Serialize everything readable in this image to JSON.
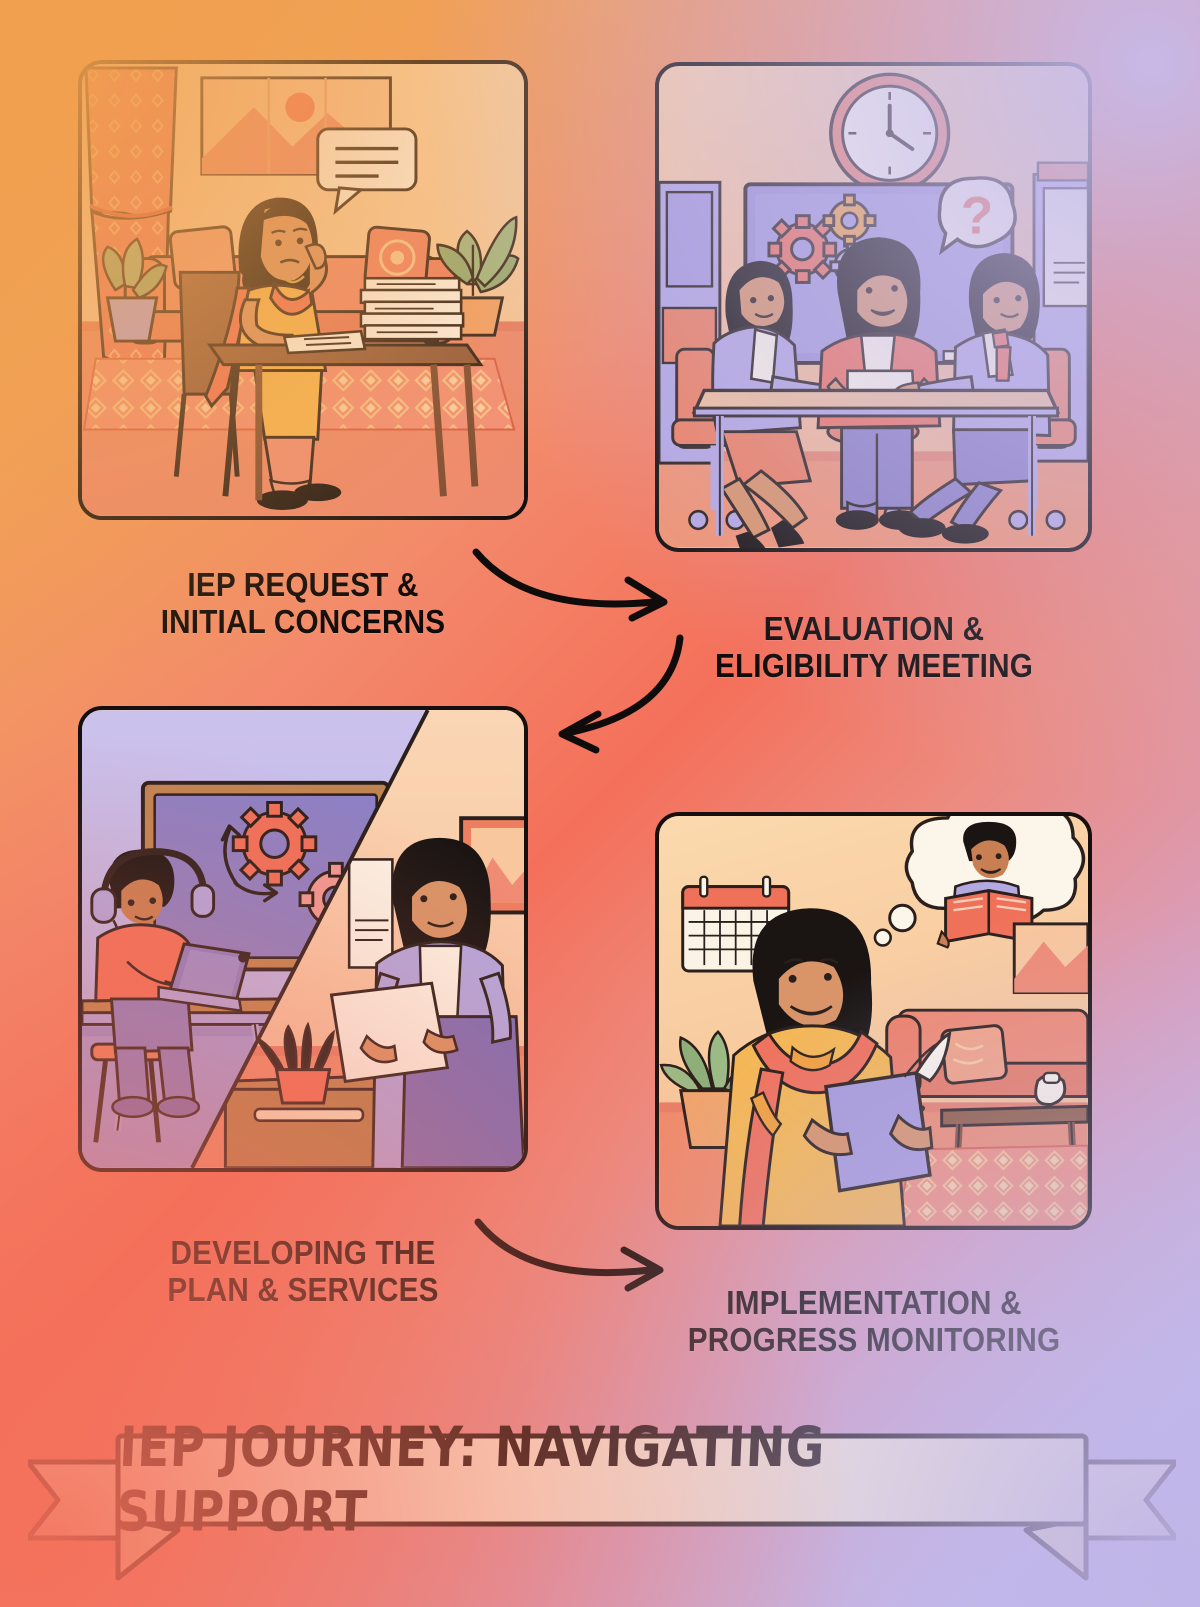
{
  "poster": {
    "title": "IEP JOURNEY: NAVIGATING SUPPORT",
    "background_colors": {
      "top_left": "#F0A04E",
      "top_right": "#C3BCEE",
      "bottom_left": "#F4705A",
      "bottom_right": "#C0B5E8",
      "center": "#F0867A"
    },
    "banner": {
      "fill": "#F7EBD4",
      "fold_fill": "#E9D9BC",
      "outline": "#15100f"
    }
  },
  "steps": [
    {
      "index": "1",
      "caption_line1": "IEP REQUEST &",
      "caption_line2": "INITIAL CONCERNS",
      "caption": "IEP REQUEST &\nINITIAL CONCERNS",
      "scene": "parent-at-home-with-paperwork",
      "elements": [
        "worried-mother",
        "speech-bubble",
        "paper-stack",
        "wooden-table",
        "sofa",
        "curtain",
        "potted-plants",
        "patterned-rug",
        "window-with-mountains"
      ]
    },
    {
      "index": "2",
      "caption_line1": "EVALUATION &",
      "caption_line2": "ELIGIBILITY MEETING",
      "caption": "EVALUATION &\nELIGIBILITY MEETING",
      "scene": "school-team-meeting",
      "elements": [
        "wall-clock",
        "whiteboard",
        "gears",
        "question-speech-bubble",
        "three-staff-members",
        "conference-table",
        "office-chairs"
      ]
    },
    {
      "index": "3",
      "caption_line1": "DEVELOPING THE",
      "caption_line2": "PLAN & SERVICES",
      "caption": "DEVELOPING THE\nPLAN & SERVICES",
      "scene": "split-classroom-and-specialist",
      "elements": [
        "student-with-headphones",
        "tablet-on-desk",
        "classroom-board-with-gears",
        "specialist-with-document",
        "dresser",
        "small-plant",
        "framed-picture"
      ]
    },
    {
      "index": "4",
      "caption_line1": "IMPLEMENTATION &",
      "caption_line2": "PROGRESS MONITORING",
      "caption": "IMPLEMENTATION &\nPROGRESS MONITORING",
      "scene": "parent-reviewing-progress-at-home",
      "elements": [
        "smiling-mother",
        "purple-binder",
        "thought-bubble",
        "child-reading-book",
        "wall-calendar",
        "potted-plant",
        "sofa",
        "coffee-table",
        "patterned-rug"
      ]
    }
  ],
  "arrows": [
    {
      "name": "arrow-step1-to-step2",
      "direction": "right-down"
    },
    {
      "name": "arrow-step2-to-step3",
      "direction": "down-left"
    },
    {
      "name": "arrow-step3-to-step4",
      "direction": "right-down"
    }
  ]
}
